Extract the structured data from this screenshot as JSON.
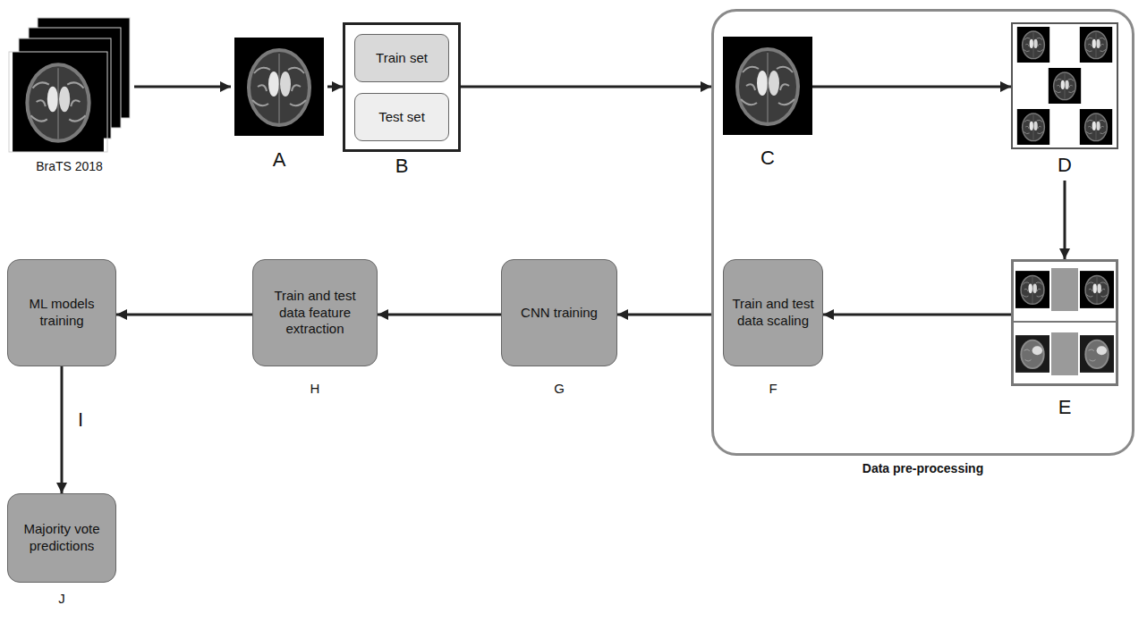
{
  "diagram": {
    "nodes": [
      {
        "text": [
          "BraTS 2018"
        ]
      },
      {
        "text": [
          "A"
        ]
      },
      {
        "text": [
          "B"
        ]
      },
      {
        "text": [
          "Train set"
        ],
        "in": 2
      },
      {
        "text": [
          "Test set"
        ],
        "in": 2
      },
      {
        "text": [
          "Data pre-processing"
        ]
      },
      {
        "text": [
          "C"
        ],
        "in": 5
      },
      {
        "text": [
          "D"
        ],
        "in": 5
      },
      {
        "text": [
          "E"
        ],
        "in": 5
      },
      {
        "text": [
          "Train and test data scaling",
          "F"
        ],
        "in": 5
      },
      {
        "text": [
          "CNN training",
          "G"
        ]
      },
      {
        "text": [
          "Train and test data feature extraction",
          "H"
        ]
      },
      {
        "text": [
          "ML models training"
        ]
      },
      {
        "text": [
          "Majority vote predictions",
          "J"
        ]
      }
    ],
    "edges": [
      {
        "from": 0,
        "to": 1,
        "arrow": "to"
      },
      {
        "from": 1,
        "to": 2,
        "arrow": "to"
      },
      {
        "from": 2,
        "to": 5,
        "arrow": "to"
      },
      {
        "from": 6,
        "to": 7,
        "arrow": "to"
      },
      {
        "from": 7,
        "to": 8,
        "arrow": "to"
      },
      {
        "from": 8,
        "to": 9,
        "arrow": "to"
      },
      {
        "from": 5,
        "to": 10,
        "arrow": "to"
      },
      {
        "from": 10,
        "to": 11,
        "arrow": "to"
      },
      {
        "from": 11,
        "to": 12,
        "arrow": "to"
      },
      {
        "from": 12,
        "to": 13,
        "label": "I",
        "arrow": "to"
      }
    ]
  }
}
